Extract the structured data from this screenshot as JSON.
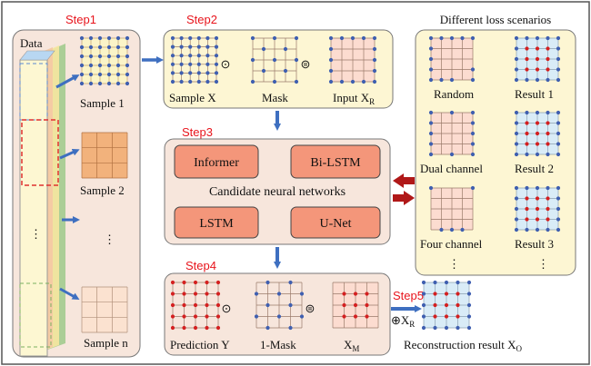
{
  "steps": {
    "s1": "Step1",
    "s2": "Step2",
    "s3": "Step3",
    "s4": "Step4",
    "s5": "Step5"
  },
  "data_label": "Data",
  "samples": {
    "s1": "Sample 1",
    "s2": "Sample 2",
    "sn": "Sample n"
  },
  "step2": {
    "sample": "Sample X",
    "mask": "Mask",
    "input": "Input X",
    "input_sub": "R",
    "op_dot": "⊙",
    "op_eq": "⊜"
  },
  "step3": {
    "informer": "Informer",
    "bilstm": "Bi-LSTM",
    "caption": "Candidate neural networks",
    "lstm": "LSTM",
    "unet": "U-Net"
  },
  "step4": {
    "prediction": "Prediction Y",
    "one_mask": "1-Mask",
    "xm": "X",
    "xm_sub": "M",
    "op_dot": "⊙",
    "op_eq": "⊜"
  },
  "step5": {
    "plus": "⊕X",
    "plus_sub": "R",
    "result": "Reconstruction result X",
    "result_sub": "O"
  },
  "loss": {
    "title": "Different loss scenarios",
    "random": "Random",
    "dual": "Dual channel",
    "four": "Four channel",
    "r1": "Result 1",
    "r2": "Result 2",
    "r3": "Result 3"
  },
  "ellipsis_v": "⋮",
  "colors": {
    "panel": "#f7e6dc",
    "panel_yellow": "#fdf6d3",
    "node_blue": "#3f5fb0",
    "node_red": "#d42020",
    "nn_box": "#f4967a",
    "arrow_blue": "#3e6fc0",
    "arrow_red": "#b01818",
    "step_red": "#e8141c"
  }
}
